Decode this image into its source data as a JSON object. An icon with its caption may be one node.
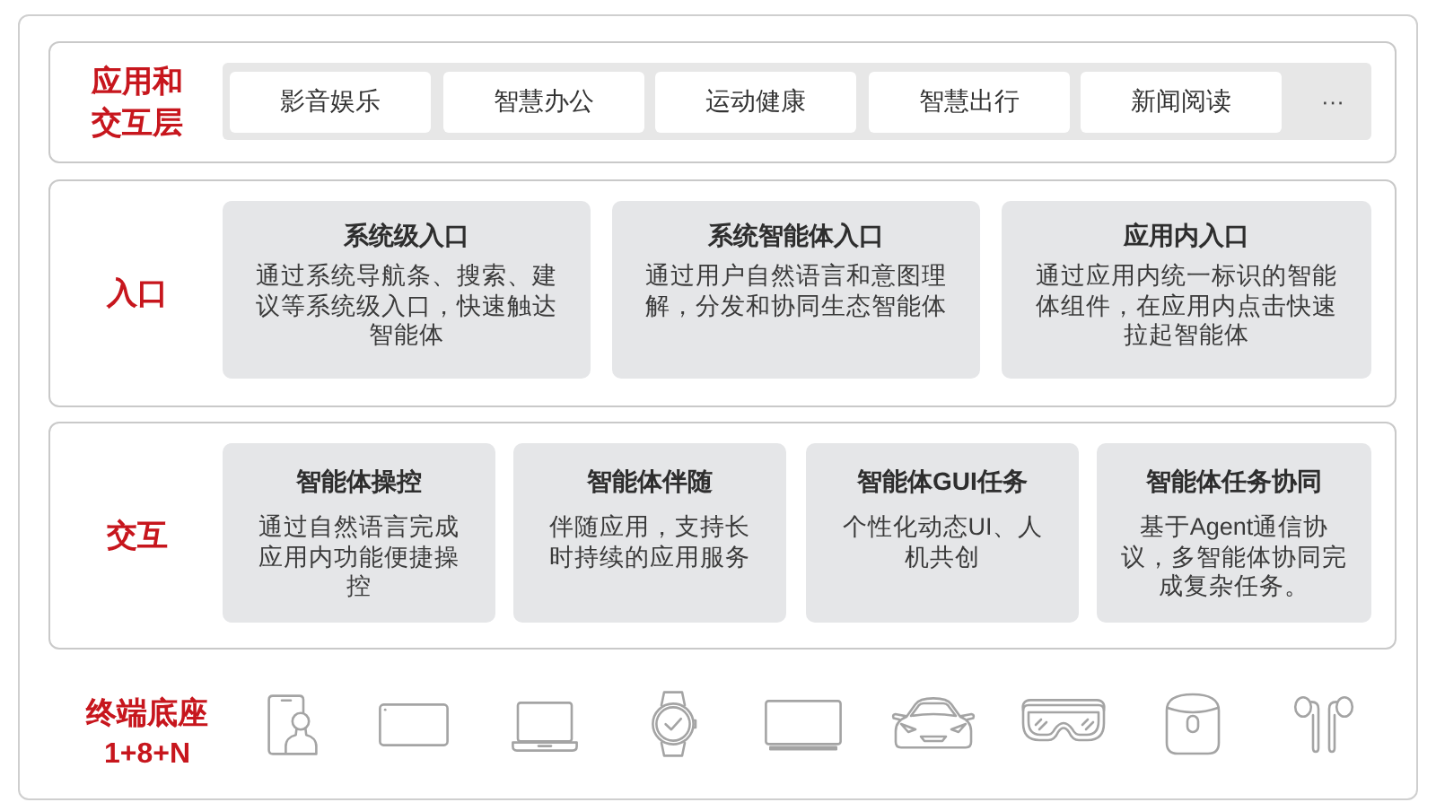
{
  "diagram": {
    "nodes": [
      {
        "text": [],
        "shape": "box"
      },
      {
        "text": [
          "应用和交互层"
        ],
        "in": 0
      },
      {
        "text": [
          "···"
        ],
        "in": 1
      },
      {
        "text": [
          "影音娱乐"
        ],
        "in": 2
      },
      {
        "text": [
          "智慧办公"
        ],
        "in": 2
      },
      {
        "text": [
          "运动健康"
        ],
        "in": 2
      },
      {
        "text": [
          "智慧出行"
        ],
        "in": 2
      },
      {
        "text": [
          "新闻阅读"
        ],
        "in": 2
      },
      {
        "text": [
          "入口"
        ],
        "in": 0
      },
      {
        "text": [
          "系统级入口",
          "通过系统导航条、搜索、建议等系统级入口，快速触达智能体"
        ],
        "in": 8
      },
      {
        "text": [
          "系统智能体入口",
          "通过用户自然语言和意图理解，分发和协同生态智能体"
        ],
        "in": 8
      },
      {
        "text": [
          "应用内入口",
          "通过应用内统一标识的智能体组件，在应用内点击快速拉起智能体"
        ],
        "in": 8
      },
      {
        "text": [
          "交互"
        ],
        "in": 0
      },
      {
        "text": [
          "智能体操控",
          "通过自然语言完成应用内功能便捷操控"
        ],
        "in": 12
      },
      {
        "text": [
          "智能体伴随",
          "伴随应用，支持长时持续的应用服务"
        ],
        "in": 12
      },
      {
        "text": [
          "智能体GUI任务",
          "个性化动态UI、人机共创"
        ],
        "in": 12
      },
      {
        "text": [
          "智能体任务协同",
          "基于Agent通信协议，多智能体协同完成复杂任务。"
        ],
        "in": 12
      }
    ],
    "labels": [
      "终端底座",
      "1+8+N"
    ]
  }
}
